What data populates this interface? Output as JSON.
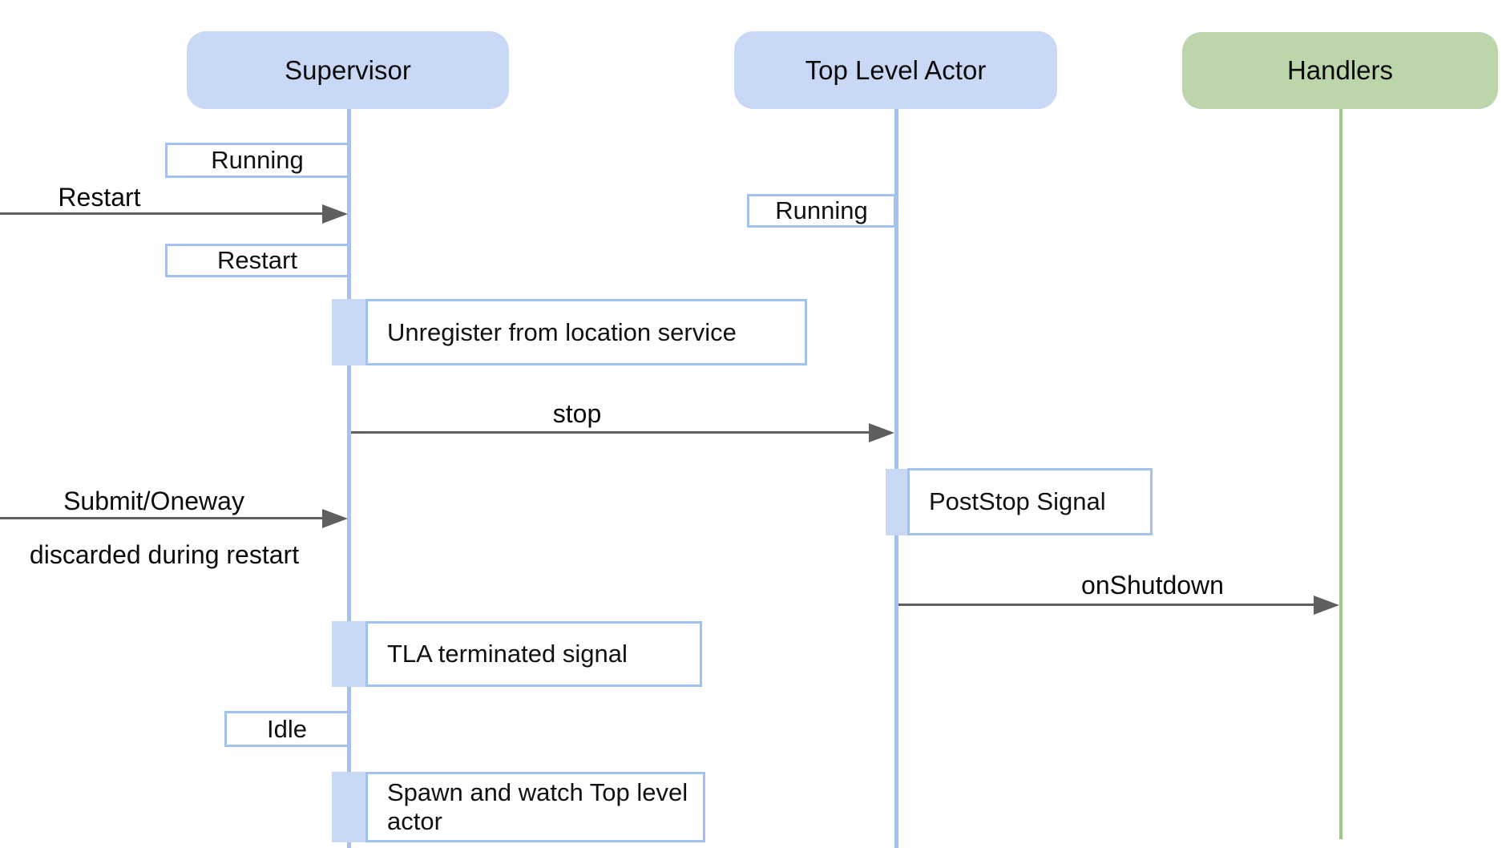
{
  "diagram": {
    "actors": [
      {
        "label": "Supervisor"
      },
      {
        "label": "Top Level Actor"
      },
      {
        "label": "Handlers"
      }
    ],
    "supervisor": {
      "states": {
        "running": "Running",
        "restart": "Restart",
        "idle": "Idle"
      },
      "notes": {
        "unregister": "Unregister from location service",
        "tla_terminated": "TLA terminated signal",
        "spawn": "Spawn and watch Top level actor"
      }
    },
    "top_level_actor": {
      "states": {
        "running": "Running"
      },
      "notes": {
        "post_stop": "PostStop Signal"
      }
    },
    "messages": {
      "restart": "Restart",
      "stop": "stop",
      "submit": "Submit/Oneway",
      "submit_note": "discarded during restart",
      "on_shutdown": "onShutdown"
    },
    "colors": {
      "actor_blue": "#c9d8f5",
      "line_blue": "#a4c2f0",
      "actor_green": "#bcd5ab",
      "line_green": "#a3c689",
      "arrow_gray": "#5f5f5f"
    }
  }
}
